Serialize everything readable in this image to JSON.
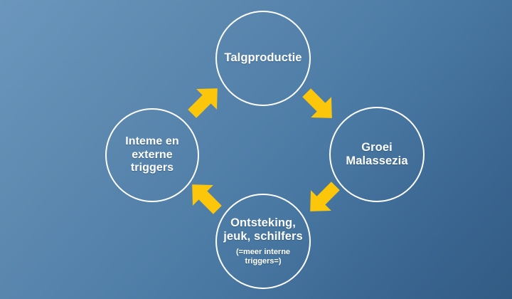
{
  "diagram": {
    "type": "cycle",
    "background": {
      "gradient_from": "#6b96bd",
      "gradient_to": "#325b84"
    },
    "node_stroke_color": "#ffffff",
    "arrow_color": "#fcc60a",
    "text_color": "#ffffff",
    "nodes": [
      {
        "id": "talgproductie",
        "label": "Talgproductie",
        "sublabel": "",
        "position": "top"
      },
      {
        "id": "groei-malassezia",
        "label": "Groei\nMalassezia",
        "sublabel": "",
        "position": "right"
      },
      {
        "id": "ontsteking-jeuk-schilfers",
        "label": "Ontsteking,\njeuk, schilfers",
        "sublabel": "(=meer interne\ntriggers=)",
        "position": "bottom"
      },
      {
        "id": "interne-externe-triggers",
        "label": "Inteme en\nexterne\ntriggers",
        "sublabel": "",
        "position": "left"
      }
    ],
    "arrows": [
      {
        "id": "arrow-top-left",
        "direction": "up-right",
        "from": "interne-externe-triggers",
        "to": "talgproductie"
      },
      {
        "id": "arrow-top-right",
        "direction": "down-right",
        "from": "talgproductie",
        "to": "groei-malassezia"
      },
      {
        "id": "arrow-bottom-right",
        "direction": "down-left",
        "from": "groei-malassezia",
        "to": "ontsteking-jeuk-schilfers"
      },
      {
        "id": "arrow-bottom-left",
        "direction": "up-left",
        "from": "ontsteking-jeuk-schilfers",
        "to": "interne-externe-triggers"
      }
    ]
  }
}
